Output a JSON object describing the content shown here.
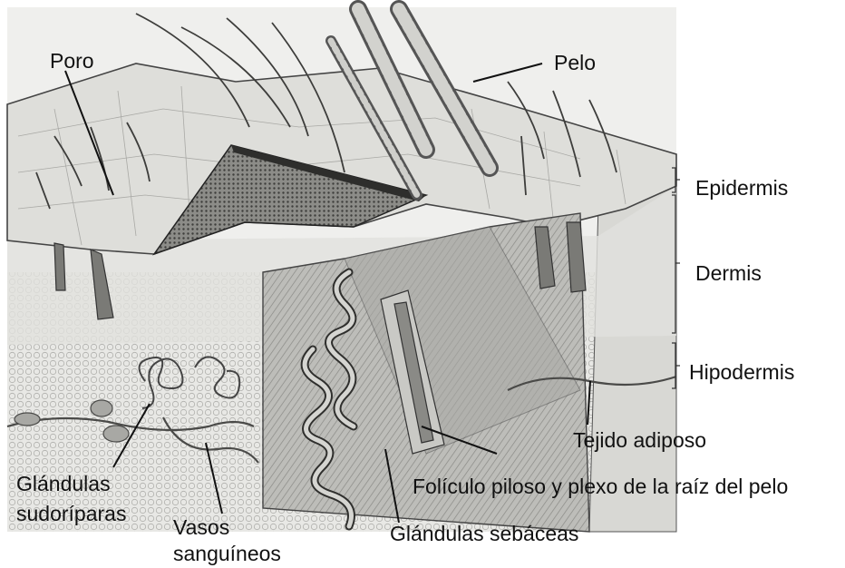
{
  "labels": {
    "poro": "Poro",
    "pelo": "Pelo",
    "epidermis": "Epidermis",
    "dermis": "Dermis",
    "hipodermis": "Hipodermis",
    "tejido_adiposo": "Tejido adiposo",
    "foliculo": "Folículo piloso y plexo de la raíz del pelo",
    "glandulas_sudoriparas_1": "Glándulas",
    "glandulas_sudoriparas_2": "sudoríparas",
    "vasos_1": "Vasos",
    "vasos_2": "sanguíneos",
    "glandulas_sebaceas": "Glándulas sebáceas"
  },
  "colors": {
    "paper": "#ececea",
    "skin_surface": "#dcdcd8",
    "ink": "#3a3a3a",
    "dark_tissue": "#6e6e6a",
    "fat": "#cfcfcb"
  }
}
